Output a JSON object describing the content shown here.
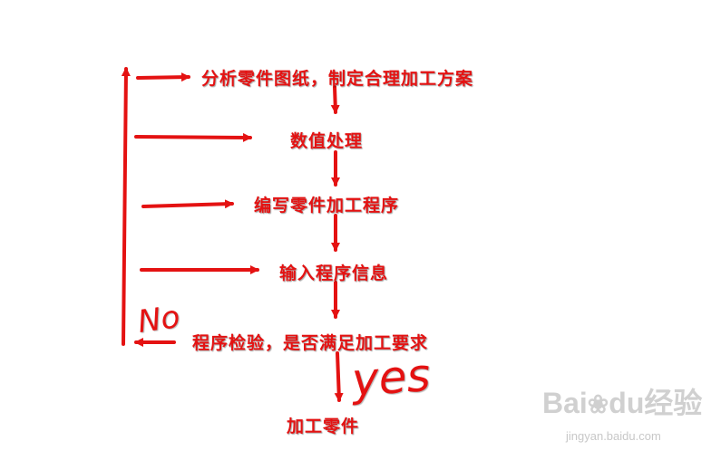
{
  "steps": [
    "分析零件图纸，制定合理加工方案",
    "数值处理",
    "编写零件加工程序",
    "输入程序信息",
    "程序检验，是否满足加工要求",
    "加工零件"
  ],
  "labels": {
    "no": "No",
    "yes": "yes"
  },
  "watermark": {
    "brand": "Bai",
    "brand2": "du",
    "brand3": "经验",
    "url": "jingyan.baidu.com"
  },
  "colors": {
    "accent": "#e41212",
    "watermark": "#d0d0d0"
  }
}
